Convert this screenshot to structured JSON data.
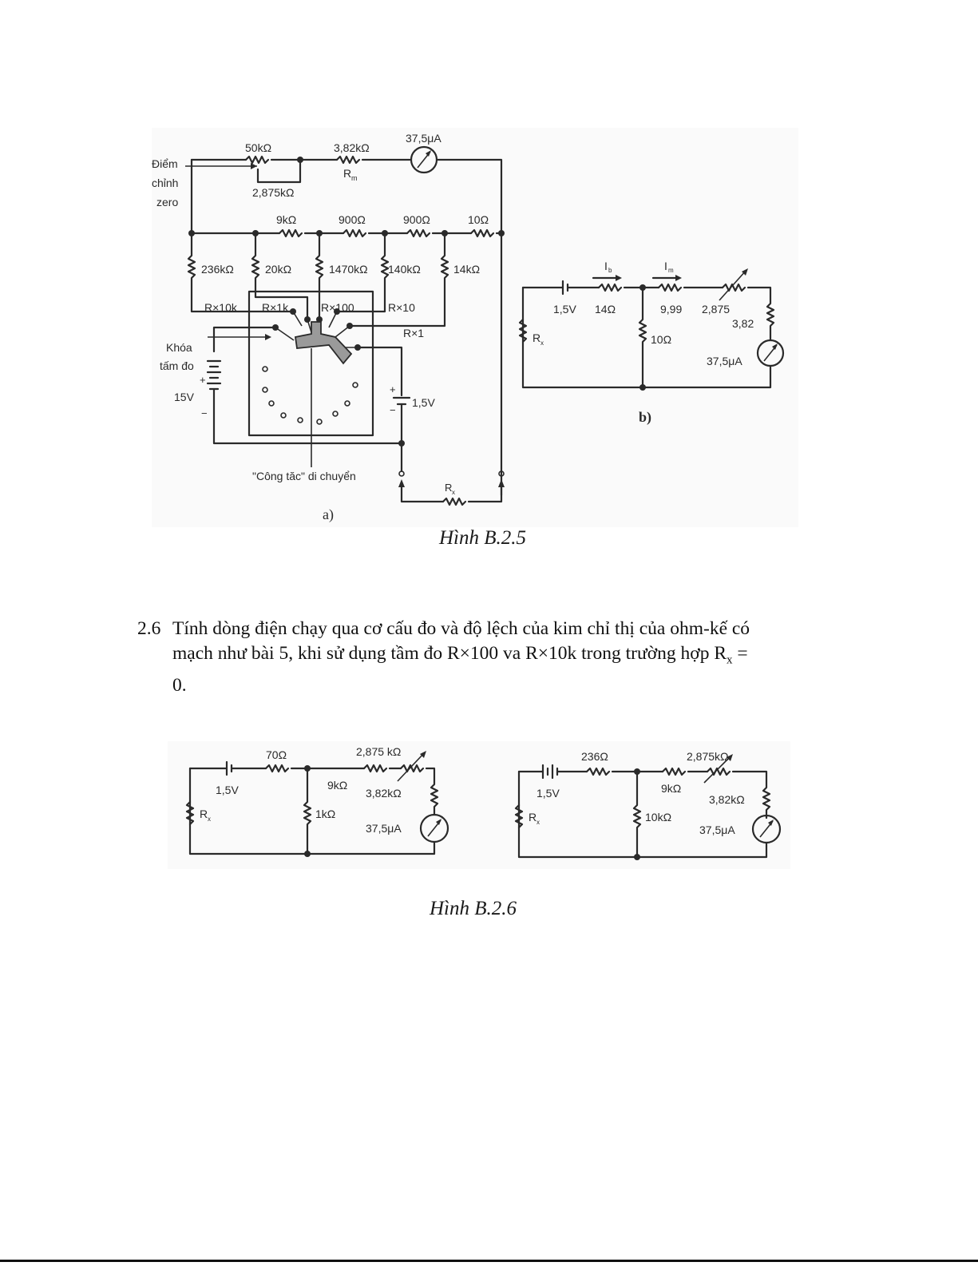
{
  "figure_b25": {
    "caption": "Hình B.2.5",
    "part_a": {
      "sublabel": "a)",
      "labels": {
        "zero_adjust_1": "Điểm",
        "zero_adjust_2": "chỉnh",
        "zero_adjust_3": "zero",
        "r_50k": "50kΩ",
        "r_382k": "3,82kΩ",
        "rm": "R",
        "rm_sub": "m",
        "meter": "37,5μA",
        "r_2875k": "2,875kΩ",
        "r_9k": "9kΩ",
        "r_900a": "900Ω",
        "r_900b": "900Ω",
        "r_10": "10Ω",
        "r_236k": "236kΩ",
        "r_20k": "20kΩ",
        "r_1470k": "1470kΩ",
        "r_140k": "140kΩ",
        "r_14k": "14kΩ",
        "range_x10k": "R×10k",
        "range_x1k": "R×1k",
        "range_x100": "R×100",
        "range_x10": "R×10",
        "range_x1": "R×1",
        "range_switch_1": "Khóa",
        "range_switch_2": "tấm đo",
        "batt_15v": "15V",
        "batt_15": "1,5V",
        "plus": "+",
        "minus": "−",
        "moving_switch": "\"Công tăc\" di chuyển",
        "rx": "R",
        "rx_sub": "x"
      }
    },
    "part_b": {
      "sublabel": "b)",
      "labels": {
        "ib": "I",
        "ib_sub": "b",
        "im": "I",
        "im_sub": "m",
        "batt": "1,5V",
        "r_14": "14Ω",
        "r_999": "9,99",
        "r_2875": "2,875",
        "r_382": "3,82",
        "r_10": "10Ω",
        "rx": "R",
        "rx_sub": "x",
        "meter": "37,5μA"
      }
    }
  },
  "problem": {
    "number": "2.6",
    "line1": "Tính dòng điện chạy qua cơ cấu đo và độ lệch của kim chỉ thị của ohm-kế có",
    "line2_pre": "mạch như bài 5, khi sử dụng tầm đo R×100 va R×10k trong trường hợp R",
    "line2_sub": "x",
    "line2_post": " =",
    "line3": "0."
  },
  "figure_b26": {
    "caption": "Hình B.2.6",
    "left": {
      "r_series": "70Ω",
      "r_var": "2,875 kΩ",
      "batt": "1,5V",
      "r_9k": "9kΩ",
      "r_382": "3,82kΩ",
      "rx": "R",
      "rx_sub": "x",
      "r_shunt": "1kΩ",
      "meter": "37,5μA"
    },
    "right": {
      "r_series": "236Ω",
      "r_var": "2,875kΩ",
      "batt": "1,5V",
      "r_9k": "9kΩ",
      "r_382": "3,82kΩ",
      "rx": "R",
      "rx_sub": "x",
      "r_shunt": "10kΩ",
      "meter": "37,5μA"
    }
  }
}
